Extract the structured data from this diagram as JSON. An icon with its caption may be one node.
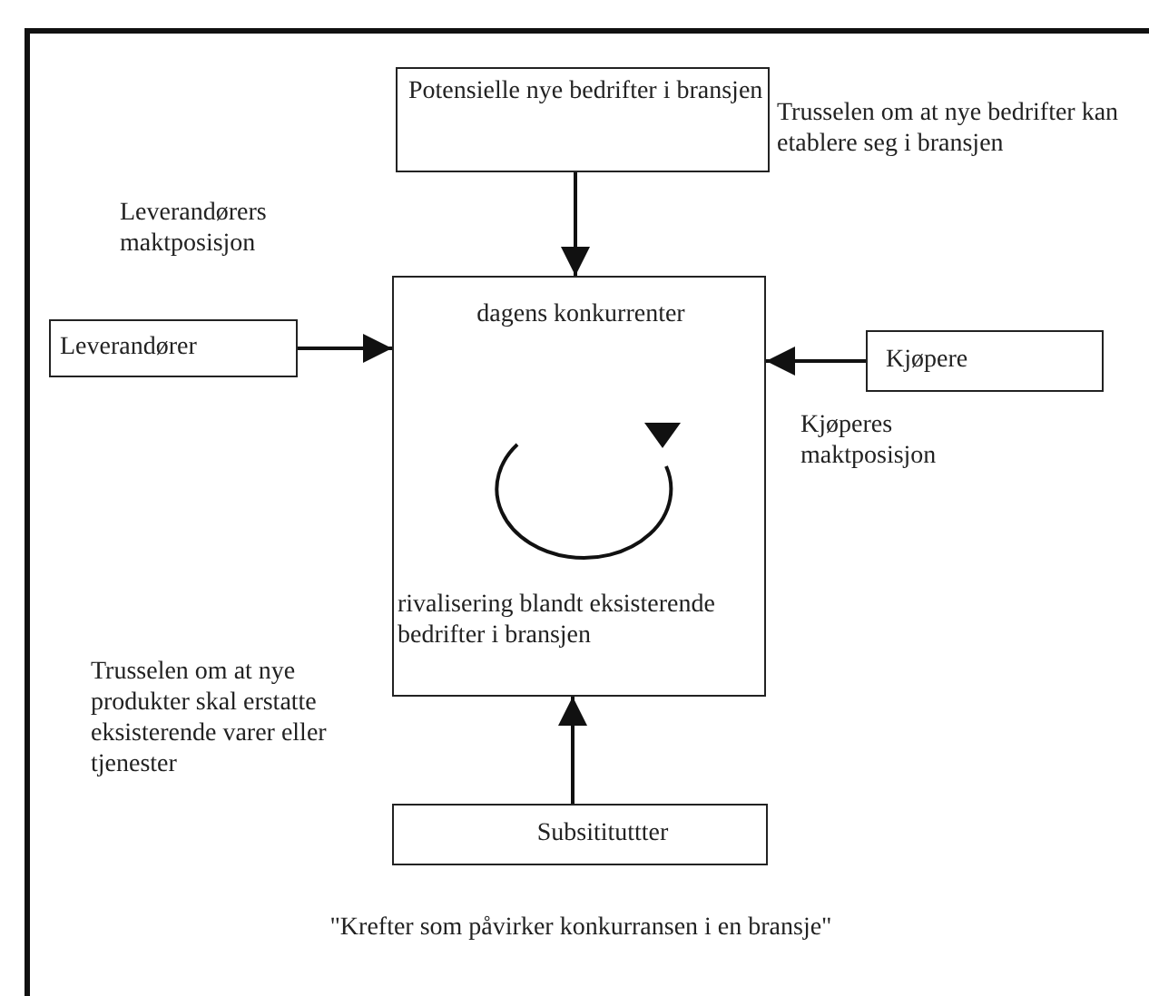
{
  "diagram": {
    "caption": "\"Krefter som påvirker konkurransen i en bransje\"",
    "nodes": [
      {
        "text": [
          "Potensielle nye bedrifter i bransjen"
        ]
      },
      {
        "text": [
          "Leverandører"
        ]
      },
      {
        "text": [
          "dagens konkurrenter",
          "rivalisering blandt eksisterende bedrifter i bransjen"
        ]
      },
      {
        "text": [
          "Kjøpere"
        ]
      },
      {
        "text": [
          "Subsitituttter"
        ]
      }
    ],
    "edges": [
      {
        "from": 0,
        "to": 2,
        "arrow": "to"
      },
      {
        "from": 1,
        "to": 2,
        "arrow": "to"
      },
      {
        "from": 3,
        "to": 2,
        "arrow": "to"
      },
      {
        "from": 4,
        "to": 2,
        "arrow": "to"
      }
    ],
    "labels": [
      "Trusselen om at nye bedrifter kan etablere seg i bransjen",
      "Leverandørers maktposisjon",
      "Kjøperes maktposisjon",
      "Trusselen om at nye produkter skal erstatte eksisterende varer eller tjenester"
    ]
  }
}
